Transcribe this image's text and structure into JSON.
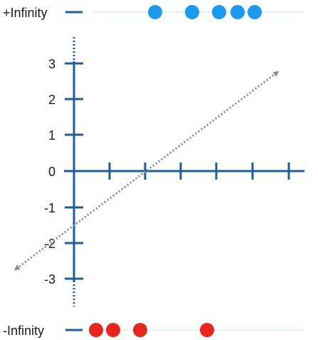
{
  "labels": {
    "pos_infinity": "+Infinity",
    "neg_infinity": "-Infinity"
  },
  "y_ticks": [
    "3",
    "2",
    "1",
    "0",
    "-1",
    "-2",
    "-3"
  ],
  "pos_infinity_points": 5,
  "neg_infinity_points": 4,
  "colors": {
    "axis": "#1f5e9a",
    "pos_point": "#1a9bf0",
    "neg_point": "#e8261c",
    "regression_line": "#8a8a8a",
    "dotted_rail": "#8fb6da"
  }
}
